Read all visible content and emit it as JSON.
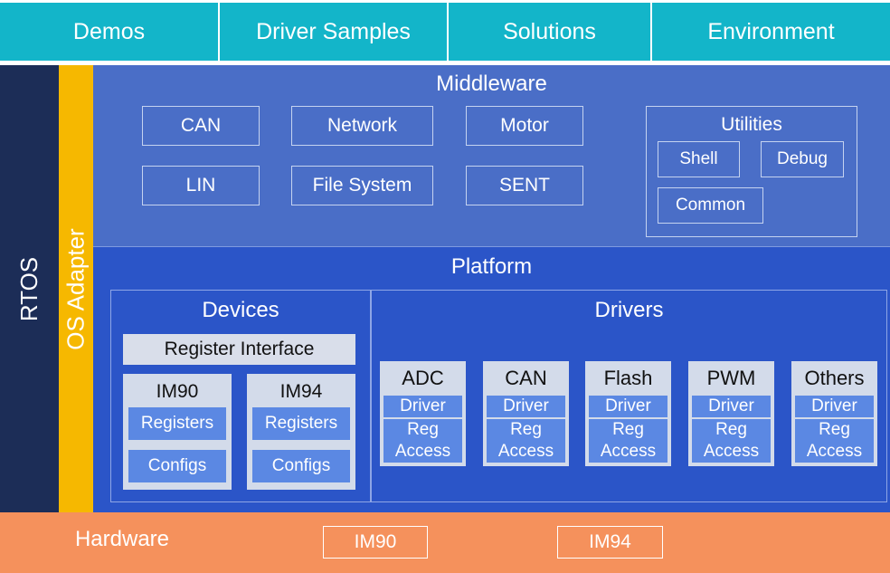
{
  "top_tabs": [
    "Demos",
    "Driver Samples",
    "Solutions",
    "Environment"
  ],
  "rtos": "RTOS",
  "os_adapter": "OS Adapter",
  "middleware": {
    "title": "Middleware",
    "items": [
      "CAN",
      "Network",
      "Motor",
      "LIN",
      "File System",
      "SENT"
    ],
    "utilities": {
      "title": "Utilities",
      "items": [
        "Shell",
        "Debug",
        "Common"
      ]
    }
  },
  "platform": {
    "title": "Platform",
    "devices": {
      "title": "Devices",
      "register_interface": "Register Interface",
      "cards": [
        {
          "name": "IM90",
          "registers": "Registers",
          "configs": "Configs"
        },
        {
          "name": "IM94",
          "registers": "Registers",
          "configs": "Configs"
        }
      ]
    },
    "drivers": {
      "title": "Drivers",
      "cards": [
        {
          "name": "ADC",
          "driver": "Driver",
          "reg1": "Reg",
          "reg2": "Access"
        },
        {
          "name": "CAN",
          "driver": "Driver",
          "reg1": "Reg",
          "reg2": "Access"
        },
        {
          "name": "Flash",
          "driver": "Driver",
          "reg1": "Reg",
          "reg2": "Access"
        },
        {
          "name": "PWM",
          "driver": "Driver",
          "reg1": "Reg",
          "reg2": "Access"
        },
        {
          "name": "Others",
          "driver": "Driver",
          "reg1": "Reg",
          "reg2": "Access"
        }
      ]
    }
  },
  "hardware": {
    "title": "Hardware",
    "chips": [
      "IM90",
      "IM94"
    ]
  }
}
